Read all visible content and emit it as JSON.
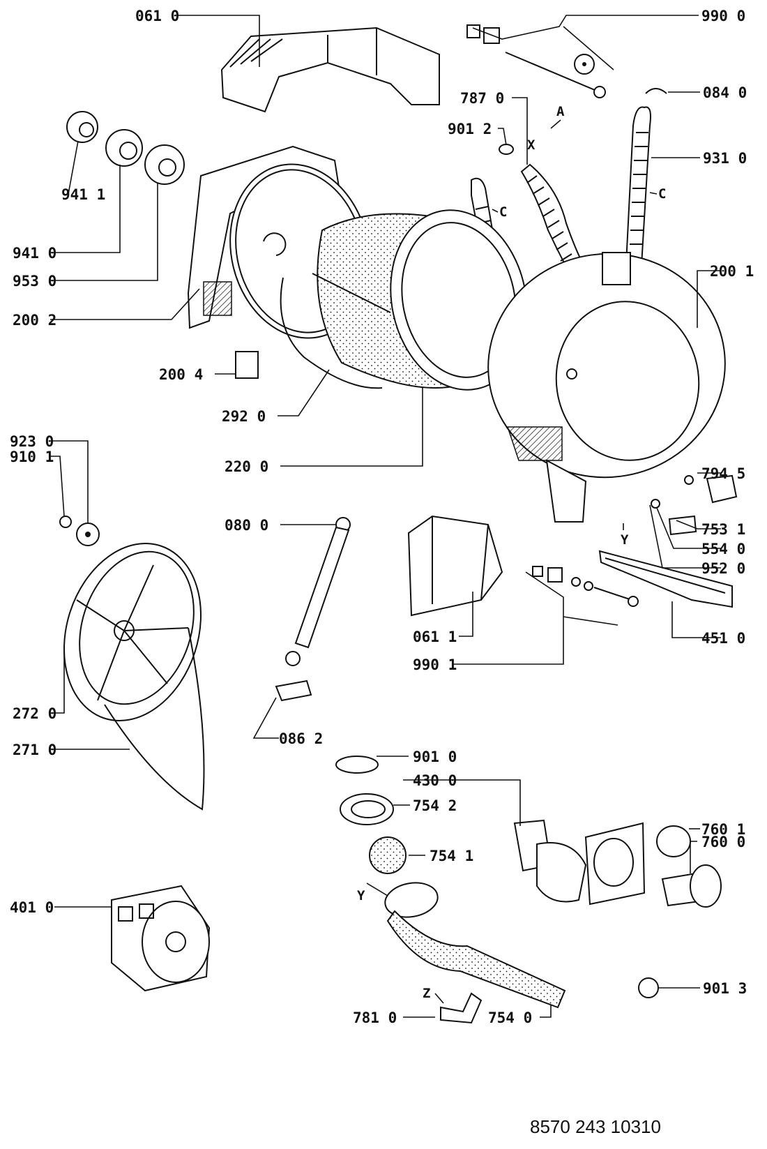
{
  "labels": {
    "p0610": "061 0",
    "p9900": "990 0",
    "p0840": "084 0",
    "p7870": "787 0",
    "p9012": "901 2",
    "p9310": "931 0",
    "p9411": "941 1",
    "p9410": "941 0",
    "p9530": "953 0",
    "p2002": "200 2",
    "p2001": "200 1",
    "p2004": "200 4",
    "p2920": "292 0",
    "p2200": "220 0",
    "p9230": "923 0",
    "p9101": "910 1",
    "p0800": "080 0",
    "p7945": "794 5",
    "p7531": "753 1",
    "p5540": "554 0",
    "p9520": "952 0",
    "p4510": "451 0",
    "p0611": "061 1",
    "p9901": "990 1",
    "p2720": "272 0",
    "p0862": "086 2",
    "p2710": "271 0",
    "p9010": "901 0",
    "p4300": "430 0",
    "p7542": "754 2",
    "p7601": "760 1",
    "p7600": "760 0",
    "p7541": "754 1",
    "p4010": "401 0",
    "p9013": "901 3",
    "p7810": "781 0",
    "p7540": "754 0"
  },
  "letters": {
    "A": "A",
    "X": "X",
    "C1": "C",
    "C2": "C",
    "Y1": "Y",
    "Y2": "Y",
    "Z": "Z"
  },
  "document_number": "8570 243 10310",
  "colors": {
    "ink": "#111111",
    "paper": "#ffffff"
  }
}
